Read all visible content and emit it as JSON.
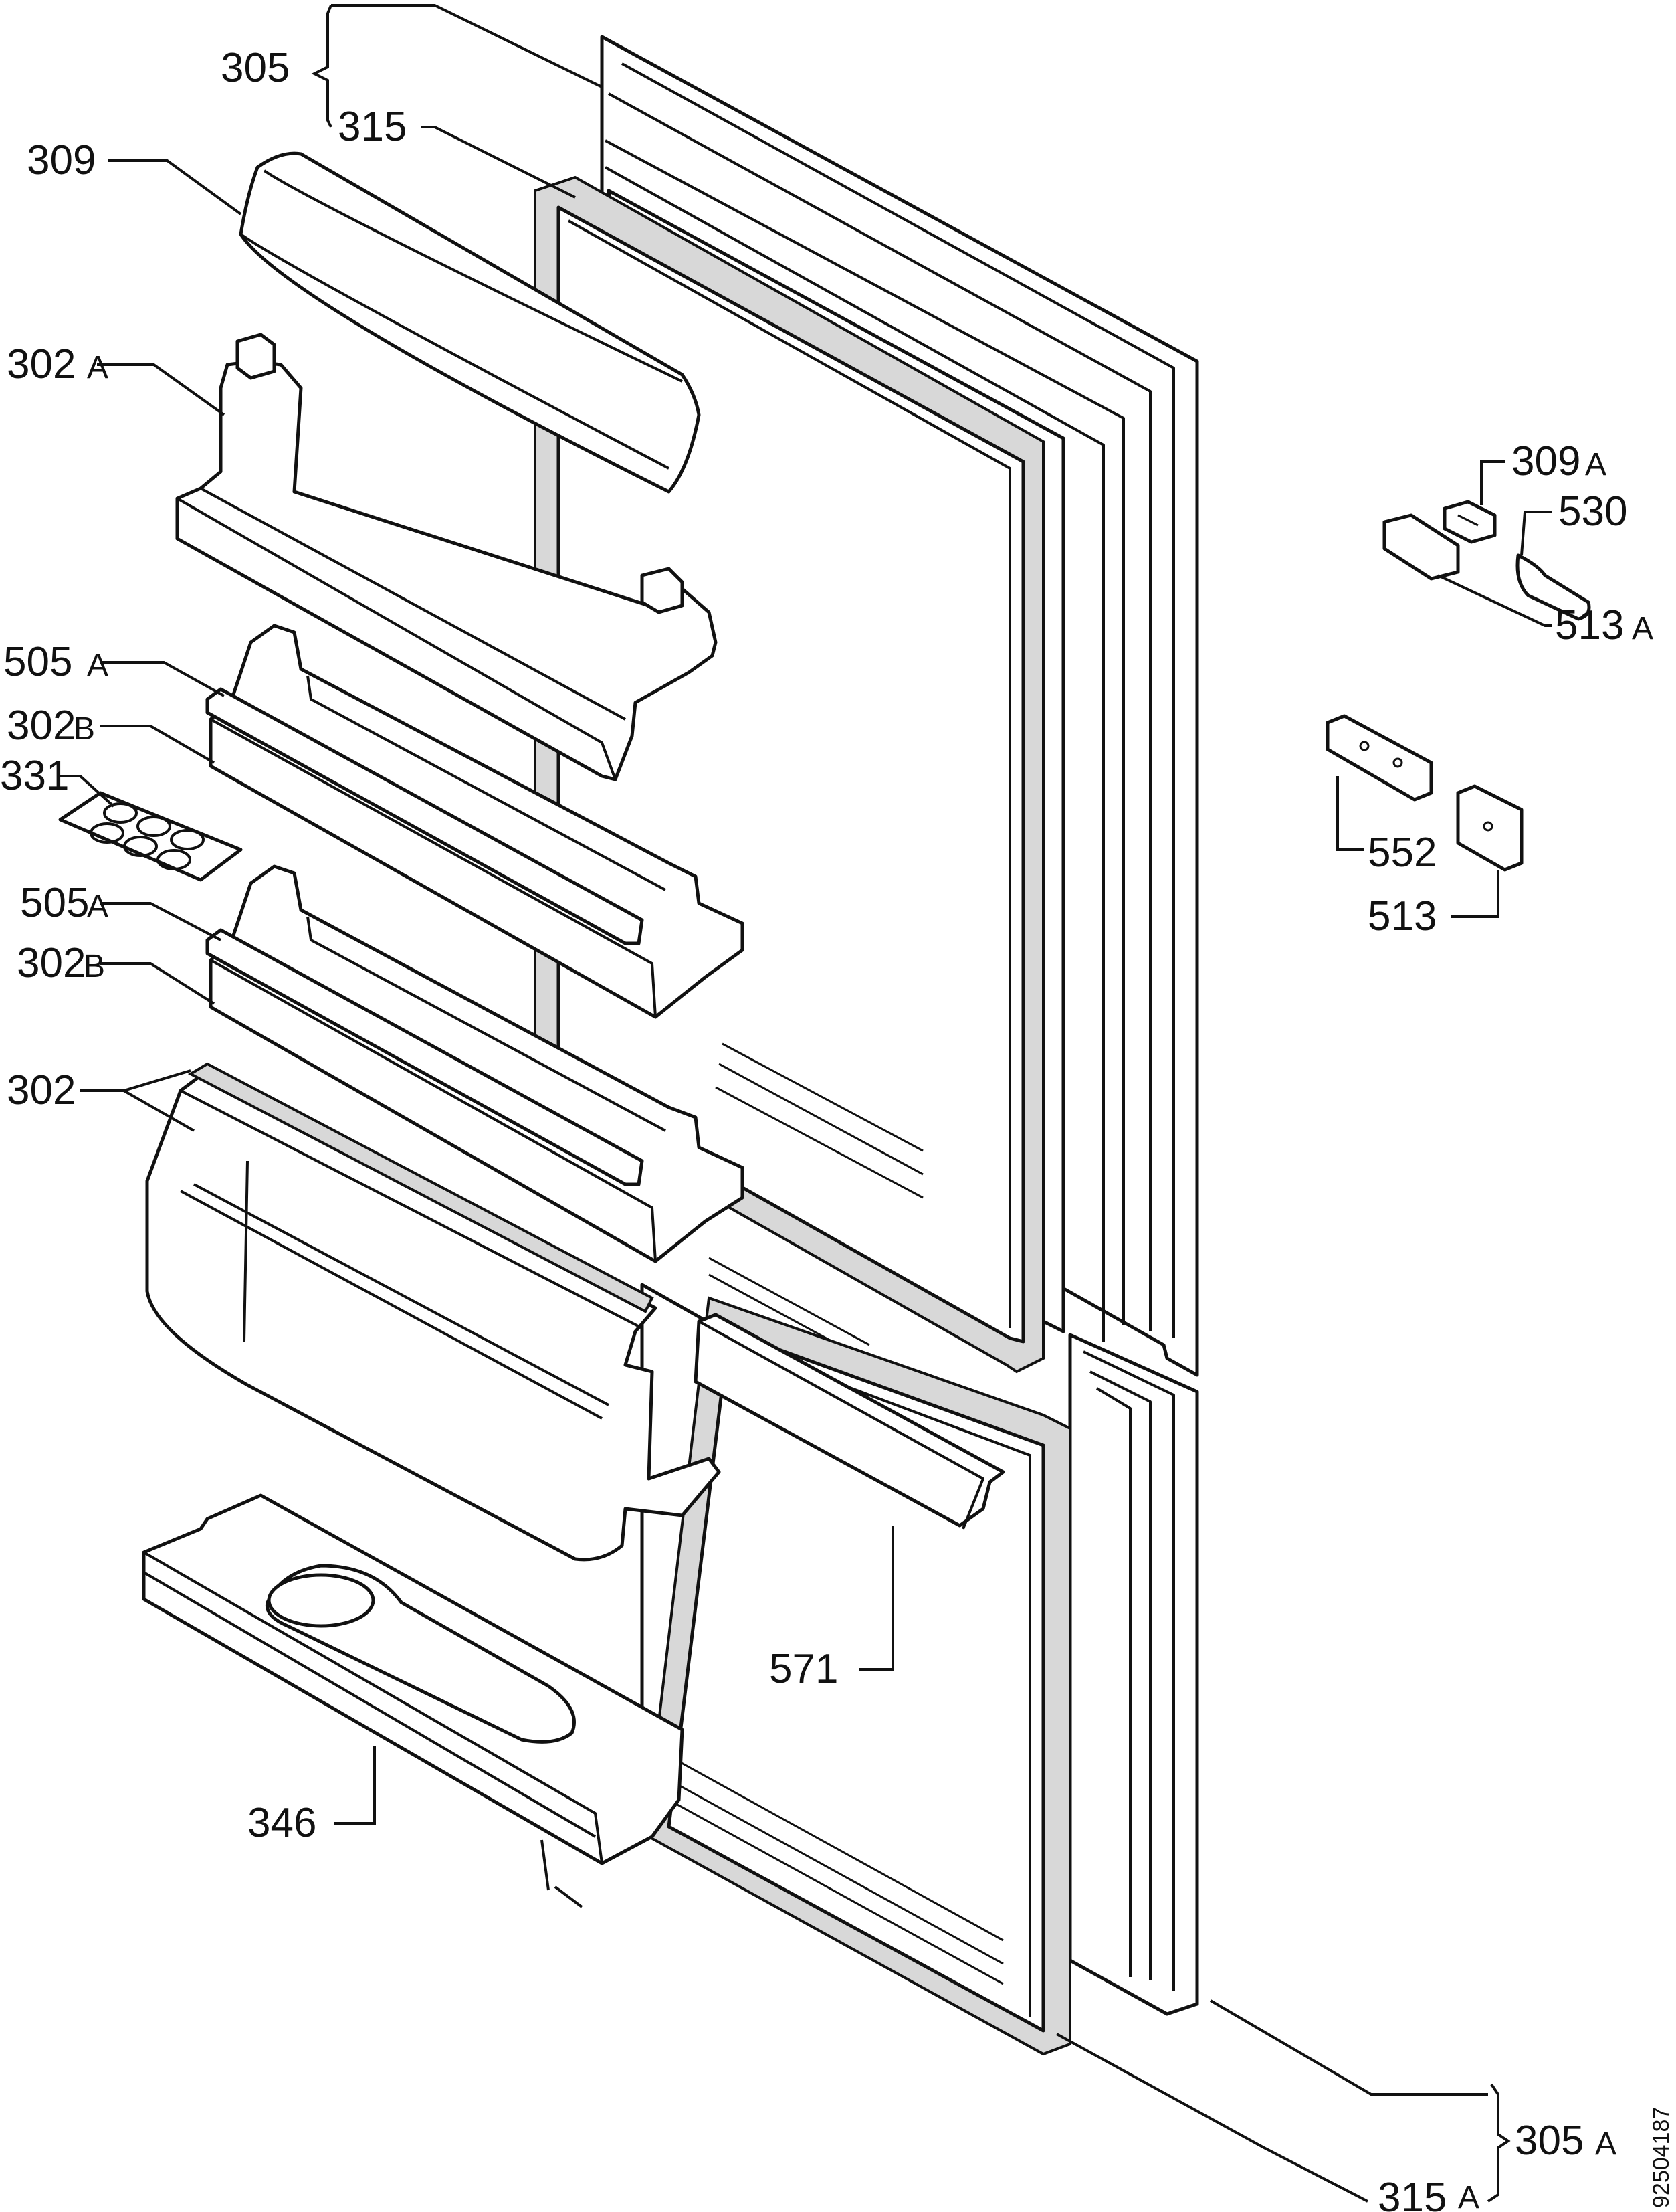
{
  "labels": {
    "l305": "305",
    "l315": "315",
    "l309": "309",
    "l302A": "302",
    "l302A_suffix": "A",
    "l505A_1": "505",
    "l505A_1_suffix": "A",
    "l302B_1": "302",
    "l302B_1_suffix": "B",
    "l331": "331",
    "l505A_2": "505",
    "l505A_2_suffix": "A",
    "l302B_2": "302",
    "l302B_2_suffix": "B",
    "l302": "302",
    "l346": "346",
    "l571": "571",
    "l309A": "309",
    "l309A_suffix": "A",
    "l530": "530",
    "l513A": "513",
    "l513A_suffix": "A",
    "l552": "552",
    "l513": "513",
    "l305A": "305",
    "l305A_suffix": "A",
    "l315A": "315",
    "l315A_suffix": "A"
  },
  "drawing_code": "92504187"
}
